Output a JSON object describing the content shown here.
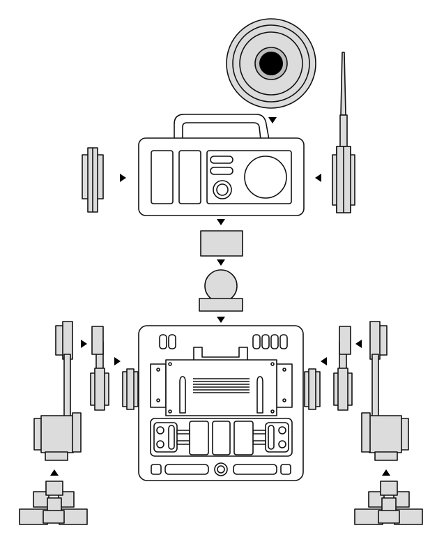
{
  "diagram": {
    "kind": "exploded-assembly",
    "colors": {
      "stroke": "#111111",
      "fill_light": "#dcdcdc",
      "fill_mid": "#bdbdbd",
      "fill_white": "#ffffff",
      "fill_black": "#000000"
    },
    "parts": [
      "speaker-disc",
      "antenna",
      "radio-head",
      "left-head-knob",
      "right-head-knob",
      "neck-block",
      "neck-ball-joint",
      "torso-panel",
      "left-inner-knob",
      "right-inner-knob",
      "left-outer-arm",
      "right-outer-arm",
      "left-lower-arm",
      "right-lower-arm",
      "left-foot-block",
      "right-foot-block"
    ],
    "arrows": [
      "down",
      "down",
      "down",
      "down",
      "right",
      "left",
      "right",
      "right",
      "left",
      "left",
      "up",
      "up"
    ],
    "icons": {
      "arrow": "triangle-arrow-icon",
      "speaker": "speaker-icon",
      "knob": "knob-icon",
      "grille": "vent-grille-icon"
    }
  }
}
